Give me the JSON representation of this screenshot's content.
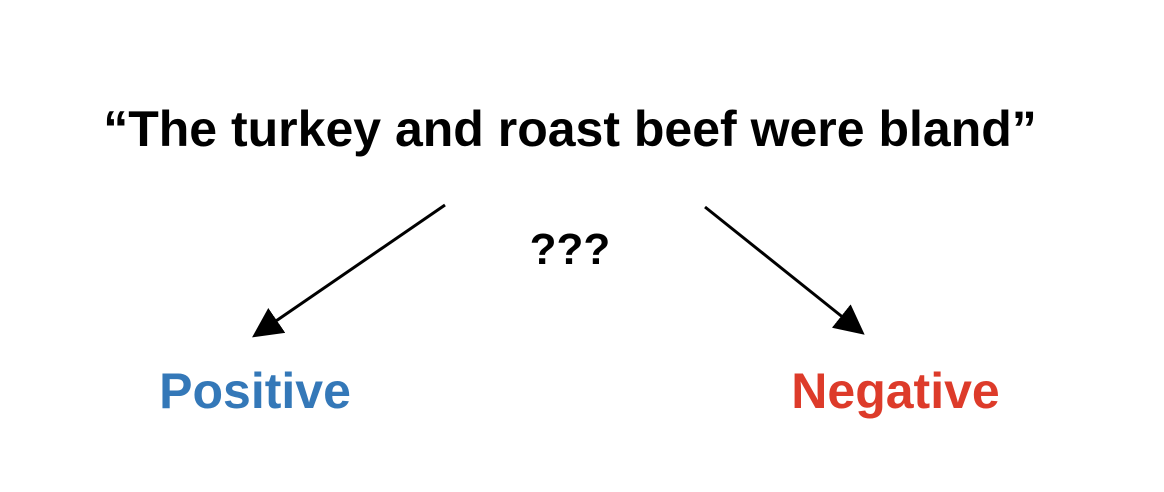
{
  "sentence": "“The turkey and roast beef were bland”",
  "question": "???",
  "outcomes": {
    "left": {
      "label": "Positive",
      "color": "#3478b8"
    },
    "right": {
      "label": "Negative",
      "color": "#dd3b2a"
    }
  },
  "arrow_color": "#000000"
}
